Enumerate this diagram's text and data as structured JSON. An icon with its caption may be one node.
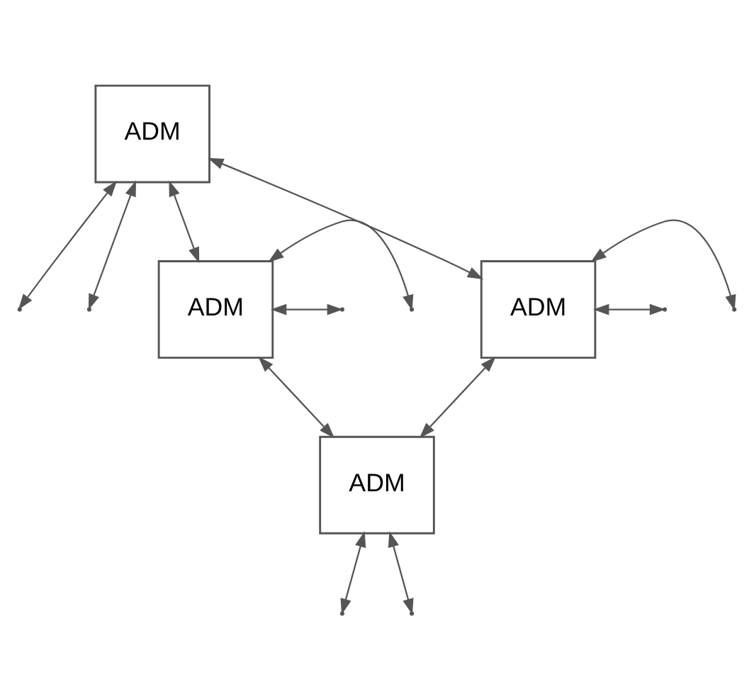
{
  "diagram": {
    "nodes": [
      {
        "text": [
          "ADM"
        ]
      },
      {
        "text": [
          "ADM"
        ]
      },
      {
        "text": [
          "ADM"
        ]
      },
      {
        "text": [
          "ADM"
        ]
      }
    ],
    "edges": [
      {
        "from": 0,
        "to": 1,
        "arrow": "both"
      },
      {
        "from": 1,
        "to": 3,
        "arrow": "both"
      },
      {
        "from": 3,
        "to": 2,
        "arrow": "both"
      },
      {
        "from": 2,
        "to": 0,
        "arrow": "both"
      },
      {
        "from": 0,
        "to": null,
        "arrow": "both"
      },
      {
        "from": 0,
        "to": null,
        "arrow": "both"
      },
      {
        "from": 1,
        "to": null,
        "arrow": "both"
      },
      {
        "from": 1,
        "to": null,
        "arrow": "both"
      },
      {
        "from": 2,
        "to": null,
        "arrow": "both"
      },
      {
        "from": 2,
        "to": null,
        "arrow": "both"
      },
      {
        "from": 3,
        "to": null,
        "arrow": "both"
      },
      {
        "from": 3,
        "to": null,
        "arrow": "both"
      }
    ]
  }
}
